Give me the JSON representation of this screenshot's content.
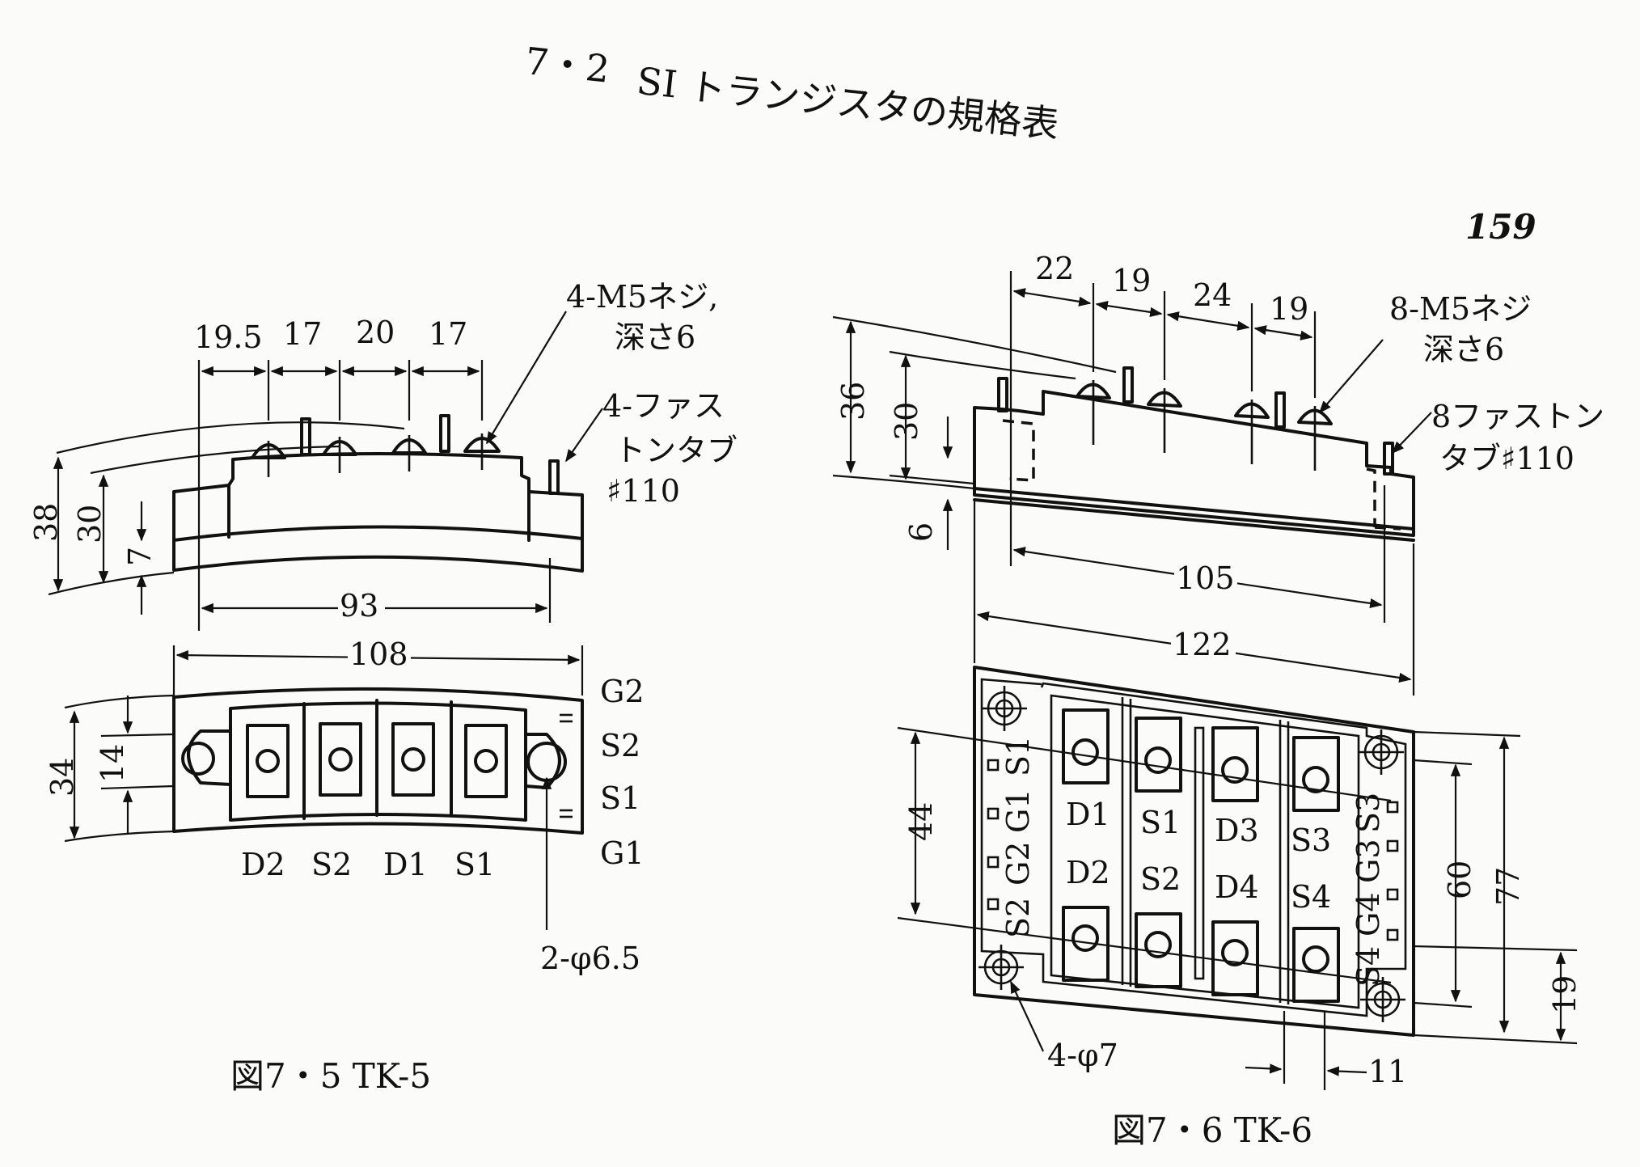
{
  "header": {
    "section_number": "7・2",
    "section_title": "SI トランジスタの規格表",
    "page_number": "159"
  },
  "figure_tk5": {
    "caption": "図7・5 TK-5",
    "top_dims": [
      "19.5",
      "17",
      "20",
      "17"
    ],
    "screw_note_line1": "4-M5ネジ,",
    "screw_note_line2": "深さ6",
    "tab_note_line1": "4-ファス",
    "tab_note_line2": "トンタブ",
    "tab_note_line3": "♯110",
    "height_dims": [
      "38",
      "30",
      "7"
    ],
    "width_dim_inner": "93",
    "width_dim_outer": "108",
    "depth_dims": [
      "34",
      "14"
    ],
    "pin_labels_right": [
      "G2",
      "S2",
      "S1",
      "G1"
    ],
    "terminal_labels": [
      "D2",
      "S2",
      "D1",
      "S1"
    ],
    "hole_note": "2-φ6.5"
  },
  "figure_tk6": {
    "caption": "図7・6 TK-6",
    "top_dims": [
      "22",
      "19",
      "24",
      "19"
    ],
    "screw_note_line1": "8-M5ネジ",
    "screw_note_line2": "深さ6",
    "tab_note_line1": "8ファストン",
    "tab_note_line2": "タブ♯110",
    "height_dims": [
      "36",
      "30",
      "6"
    ],
    "width_dim_inner": "105",
    "width_dim_outer": "122",
    "depth_dims": [
      "44",
      "60",
      "77",
      "19"
    ],
    "hole_note": "4-φ7",
    "offset_dim": "11",
    "left_pin_labels": [
      "S1",
      "G1",
      "G2",
      "S2"
    ],
    "right_pin_labels": [
      "S3",
      "G3",
      "G4",
      "S4"
    ],
    "upper_terminal_labels": [
      "D1",
      "S1",
      "D3",
      "S3"
    ],
    "lower_terminal_labels": [
      "D2",
      "S2",
      "D4",
      "S4"
    ]
  }
}
